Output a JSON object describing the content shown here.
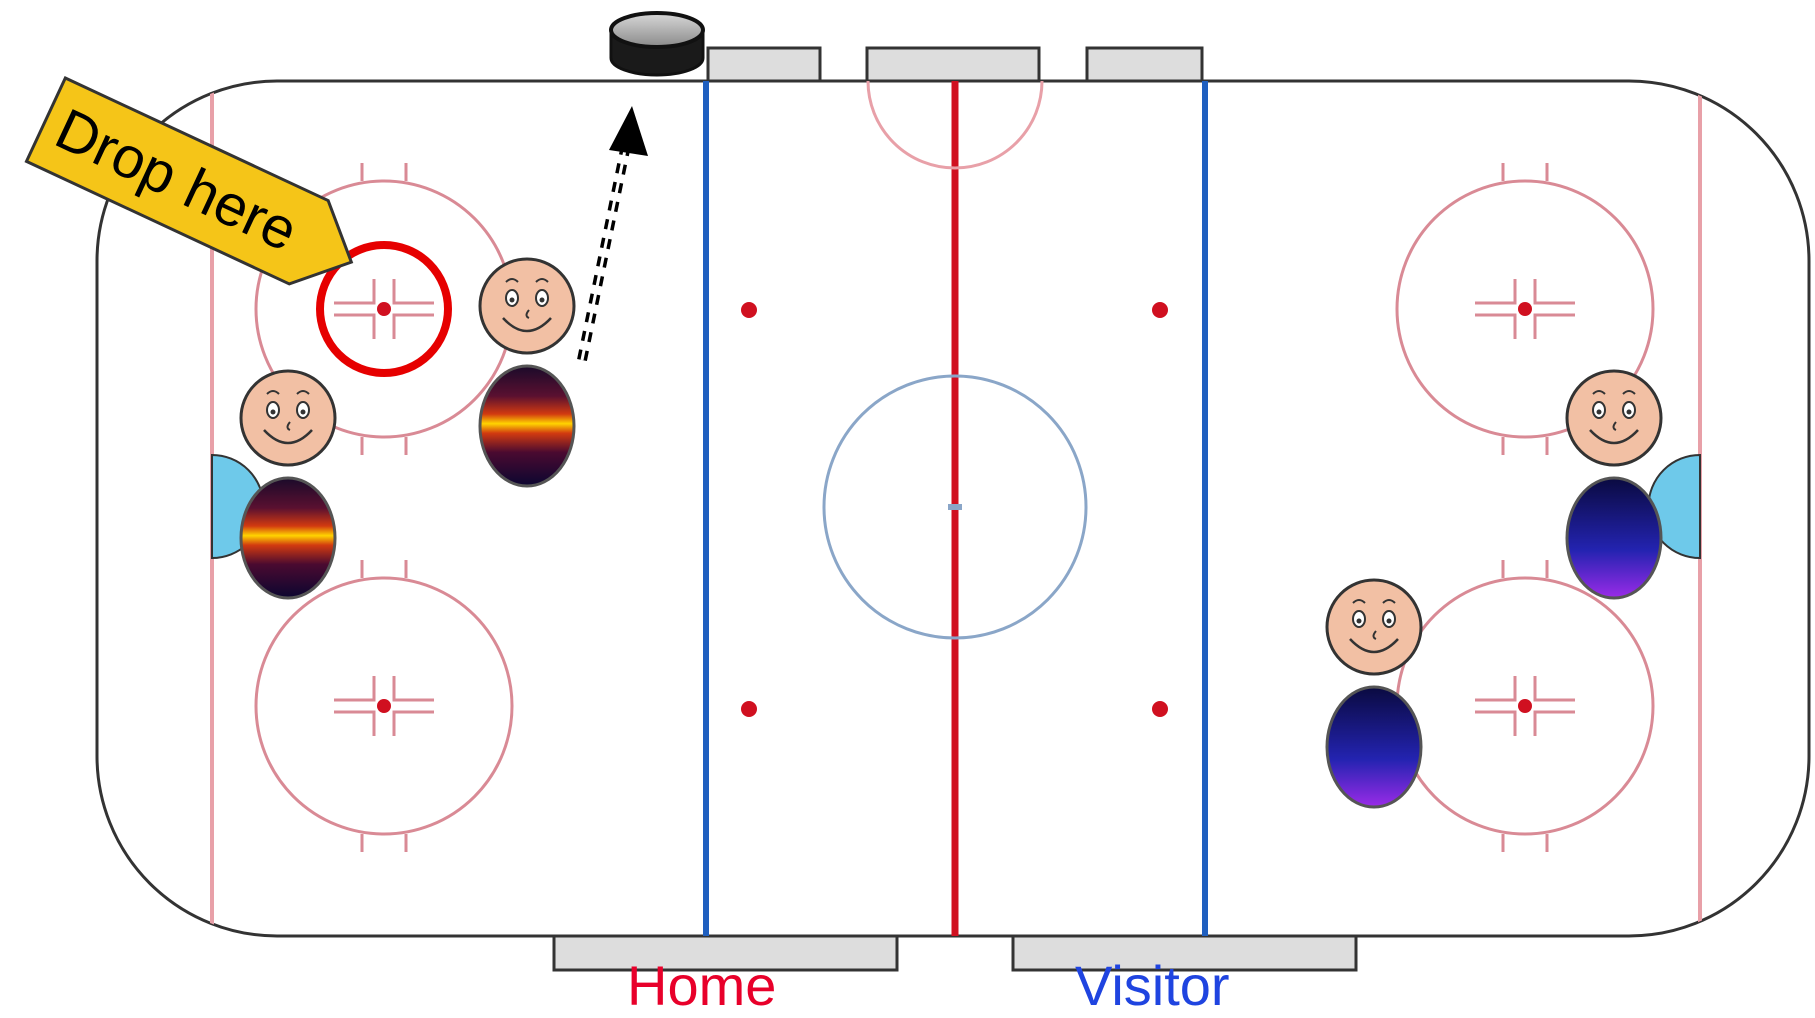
{
  "callout": {
    "text": "Drop here",
    "color": "#f5c518"
  },
  "benches": {
    "home": {
      "label": "Home",
      "color": "#e8002a"
    },
    "visitor": {
      "label": "Visitor",
      "color": "#1f44e0"
    }
  },
  "rink": {
    "boards_color": "#333333",
    "goal_line_color": "#e8a0a8",
    "blue_line_color": "#1f5fbf",
    "red_line_color": "#d01020",
    "circle_color": "#d98a95",
    "center_circle_color": "#8aa6c8",
    "crease_color": "#6ec9ea",
    "bench_fill": "#dddddd"
  },
  "teams": {
    "home": {
      "jersey": "striped dark red / orange",
      "players": 2
    },
    "visitor": {
      "jersey": "blue / violet gradient",
      "players": 2
    }
  },
  "icons": [
    "puck-icon",
    "drop-target-circle",
    "arrow-up-icon",
    "smiley-face-icon"
  ],
  "target_ring_color": "#e60000"
}
